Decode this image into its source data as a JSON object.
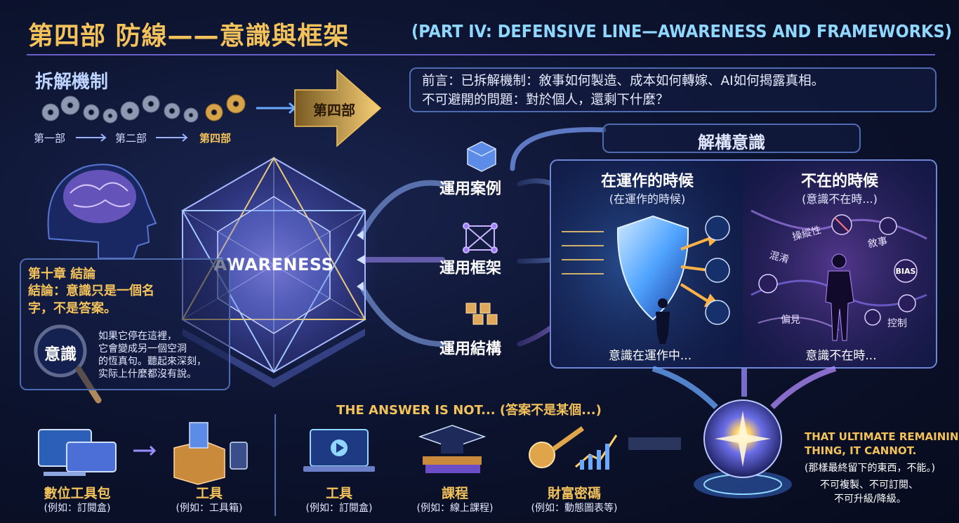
{
  "header": {
    "title_zh": "第四部 防線——意識與框架",
    "title_en": "(PART IV: DEFENSIVE LINE—AWARENESS AND FRAMEWORKS)"
  },
  "mechanism": {
    "heading": "拆解機制",
    "steps": [
      "第一部",
      "第二部",
      "第四部"
    ],
    "big_arrow_label": "第四部"
  },
  "intro": {
    "line1": "前言：已拆解機制：敘事如何製造、成本如何轉嫁、AI如何揭露真相。",
    "line2": "不可避開的問題：對於個人，還剩下什麼？"
  },
  "core": {
    "awareness_label": "AWARENESS"
  },
  "applications": {
    "case": "運用案例",
    "framework": "運用框架",
    "structure": "運用結構"
  },
  "chapter": {
    "title": "第十章 結論",
    "conclusion_line1": "結論：意識只是一個名",
    "conclusion_line2": "字，不是答案。",
    "magnifier_word": "意識",
    "note_line1": "如果它停在這裡，",
    "note_line2": "它會變成另一個空洞",
    "note_line3": "的恆真句。聽起來深刻，",
    "note_line4": "实际上什麼都沒有說。"
  },
  "deconstruct": {
    "heading": "解構意識",
    "active": {
      "title": "在運作的時候",
      "subtitle": "(在運作的時候)",
      "caption": "意識在運作中..."
    },
    "absent": {
      "title": "不在的時候",
      "subtitle": "(意識不在時...)",
      "caption": "意識不在時...",
      "tags": [
        "操縱性",
        "敘事",
        "混淆",
        "BIAS",
        "偏見",
        "控制"
      ]
    }
  },
  "answer_is_not": {
    "heading": "THE ANSWER IS NOT... (答案不是某個...)",
    "left_items": [
      {
        "label": "數位工具包",
        "example": "(例如：訂閱盒)"
      },
      {
        "label": "工具",
        "example": "(例如：工具箱)"
      }
    ],
    "items": [
      {
        "label": "工具",
        "example": "(例如：訂閱盒)"
      },
      {
        "label": "課程",
        "example": "(例如：線上課程)"
      },
      {
        "label": "財富密碼",
        "example": "(例如：動態圖表等)"
      }
    ]
  },
  "ultimate": {
    "line1": "THAT ULTIMATE REMAINING",
    "line2": "THING, IT CANNOT.",
    "line3": "(那樣最終留下的東西，不能。)",
    "line4": "不可複製、不可訂閱、",
    "line5": "不可升級/降級。"
  },
  "colors": {
    "gold": "#f3c25a",
    "blue_accent": "#8fd7ff",
    "purple_accent": "#b18cff",
    "panel_border": "#4f6bb0"
  },
  "icons": [
    "gear-icon",
    "brain-icon",
    "box-icon",
    "network-icon",
    "cubes-icon",
    "shield-icon",
    "person-icon",
    "magnifier-icon",
    "monitor-icon",
    "toolbox-icon",
    "laptop-icon",
    "graduation-cap-icon",
    "key-icon",
    "orb-icon"
  ]
}
